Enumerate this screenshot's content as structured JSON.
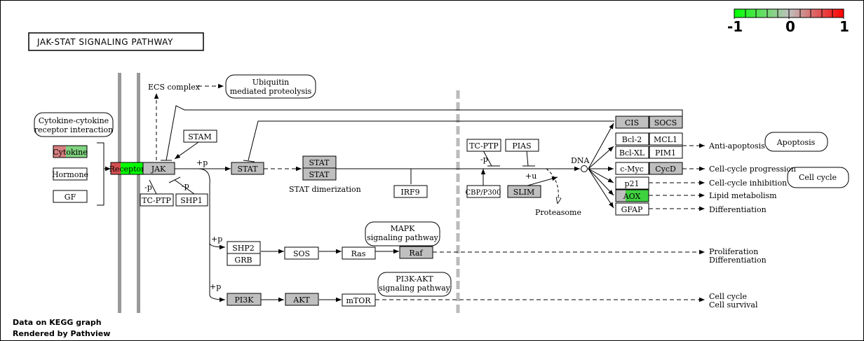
{
  "title": "JAK-STAT  SIGNALING  PATHWAY",
  "legend": {
    "min": "-1",
    "mid": "0",
    "max": "1"
  },
  "footer": {
    "line1": "Data on KEGG graph",
    "line2": "Rendered by Pathview"
  },
  "colors": {
    "grey": "#bfbfbf",
    "green": "#00ff00",
    "red": "#ff0000",
    "light_green": "#7fd27f",
    "light_red": "#d77f7f"
  },
  "nodes": {
    "cytokine": "Cytokine",
    "hormone": "Hormone",
    "gf": "GF",
    "receptor": "Receptor",
    "jak": "JAK",
    "stam": "STAM",
    "tc_ptp_left": "TC-PTP",
    "shp1": "SHP1",
    "stat": "STAT",
    "stat_dimer_top": "STAT",
    "stat_dimer_bottom": "STAT",
    "irf9": "IRF9",
    "shp2": "SHP2",
    "grb": "GRB",
    "sos": "SOS",
    "ras": "Ras",
    "raf": "Raf",
    "pi3k": "PI3K",
    "akt": "AKT",
    "mtor": "mTOR",
    "tc_ptp_right": "TC-PTP",
    "pias": "PIAS",
    "cbp_p300": "CBP/P300",
    "slim": "SLIM",
    "cis": "CIS",
    "socs": "SOCS",
    "bcl2": "Bcl-2",
    "mcl1": "MCL1",
    "bclxl": "Bcl-XL",
    "pim1": "PIM1",
    "cmyc": "c-Myc",
    "cycd": "CycD",
    "p21": "p21",
    "aox": "AOX",
    "gfap": "GFAP"
  },
  "pathways": {
    "cytokine_receptor": [
      "Cytokine-cytokine",
      "receptor interaction"
    ],
    "ubiquitin": [
      "Ubiquitin",
      "mediated proteolysis"
    ],
    "mapk": [
      "MAPK",
      "signaling pathway"
    ],
    "pi3k_akt": [
      "PI3K-AKT",
      "signaling pathway"
    ],
    "apoptosis": "Apoptosis",
    "cell_cycle": "Cell cycle"
  },
  "labels": {
    "ecs_complex": "ECS complex",
    "stat_dimerization": "STAT dimerization",
    "dna": "DNA",
    "proteasome": "Proteasome",
    "plus_p": "+p",
    "minus_p": "-p",
    "plus_u": "+u",
    "anti_apoptosis": "Anti-apoptosis",
    "cell_cycle_progression": "Cell-cycle progression",
    "cell_cycle_inhibition": "Cell-cycle inhibition",
    "lipid_metabolism": "Lipid metabolism",
    "differentiation": "Differentiation",
    "proliferation": "Proliferation",
    "differentiation2": "Differentiation",
    "cell_cycle_out": "Cell cycle",
    "cell_survival": "Cell survival"
  }
}
